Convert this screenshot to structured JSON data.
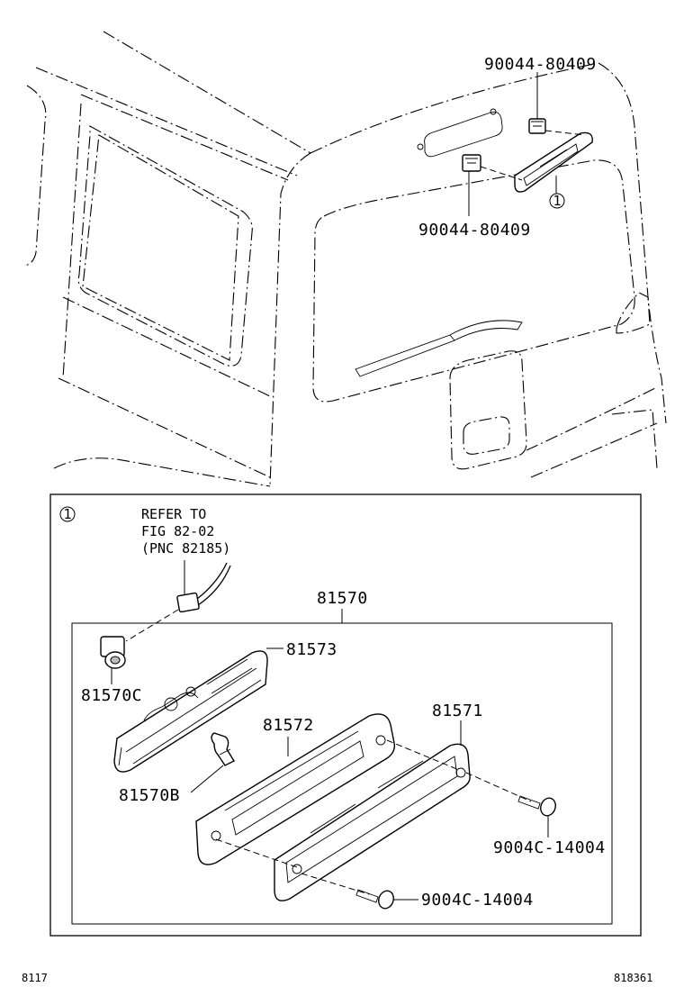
{
  "callout_marker": "1",
  "labels": {
    "clip_top": "90044-80409",
    "clip_bottom": "90044-80409",
    "assembly": "81570",
    "socket": "81570C",
    "housing": "81573",
    "lens": "81572",
    "gasket": "81571",
    "bulb": "81570B",
    "screw_right": "9004C-14004",
    "screw_bottom": "9004C-14004"
  },
  "reference": {
    "line1": "REFER TO",
    "line2": "FIG 82-02",
    "line3": "(PNC 82185)"
  },
  "footer": {
    "left": "8117",
    "right": "818361"
  }
}
